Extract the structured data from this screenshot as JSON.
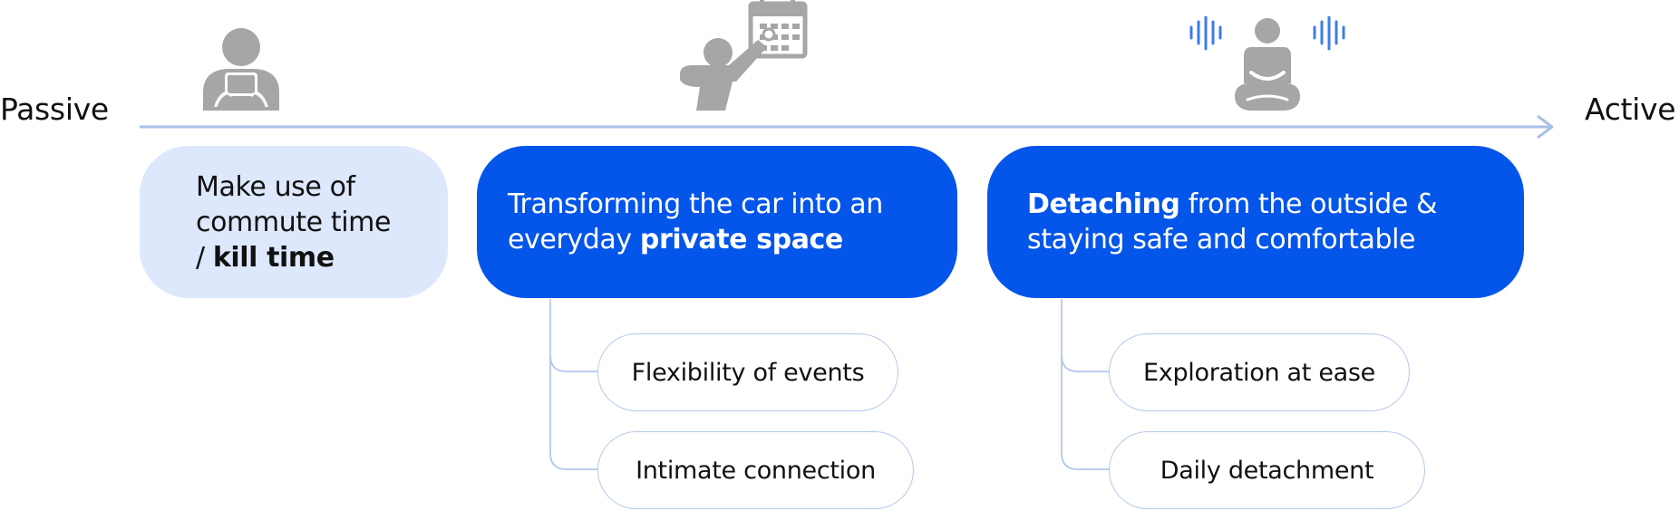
{
  "axis": {
    "left_label": "Passive",
    "right_label": "Active"
  },
  "cards": [
    {
      "line1": "Make use of",
      "line2": "commute time",
      "line3_prefix": "/ ",
      "line3_bold": "kill time"
    },
    {
      "line1": "Transforming the car into an",
      "line2_prefix": "everyday ",
      "line2_bold": "private space"
    },
    {
      "line1_bold": "Detaching",
      "line1_rest": " from the outside &",
      "line2": "staying safe and comfortable"
    }
  ],
  "sub_items": {
    "card2": [
      "Flexibility of events",
      "Intimate connection"
    ],
    "card3": [
      "Exploration at ease",
      "Daily detachment"
    ]
  },
  "icons": {
    "card1": "person-using-phone-icon",
    "card2": "person-pointing-calendar-icon",
    "card3": "meditating-person-sound-waves-icon"
  },
  "colors": {
    "accent_blue": "#0455ea",
    "light_blue": "#dde8fc",
    "axis_line": "#aac0e6",
    "icon_gray": "#a6a6a6",
    "sound_wave": "#3d7ce8"
  }
}
